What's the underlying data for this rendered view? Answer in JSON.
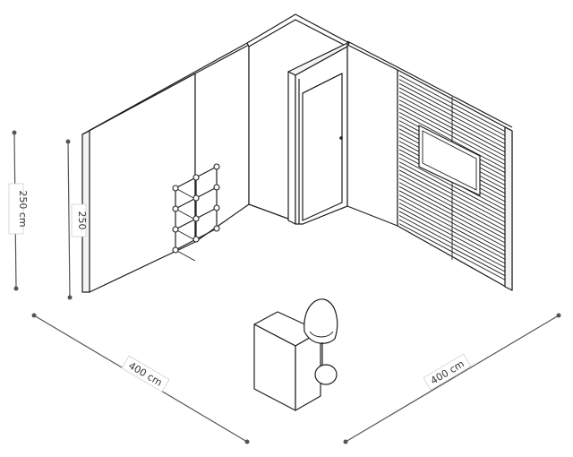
{
  "dimensions": {
    "height_outer": "250 cm",
    "height_inner": "250",
    "width_left": "400 cm",
    "width_right": "400 cm"
  }
}
